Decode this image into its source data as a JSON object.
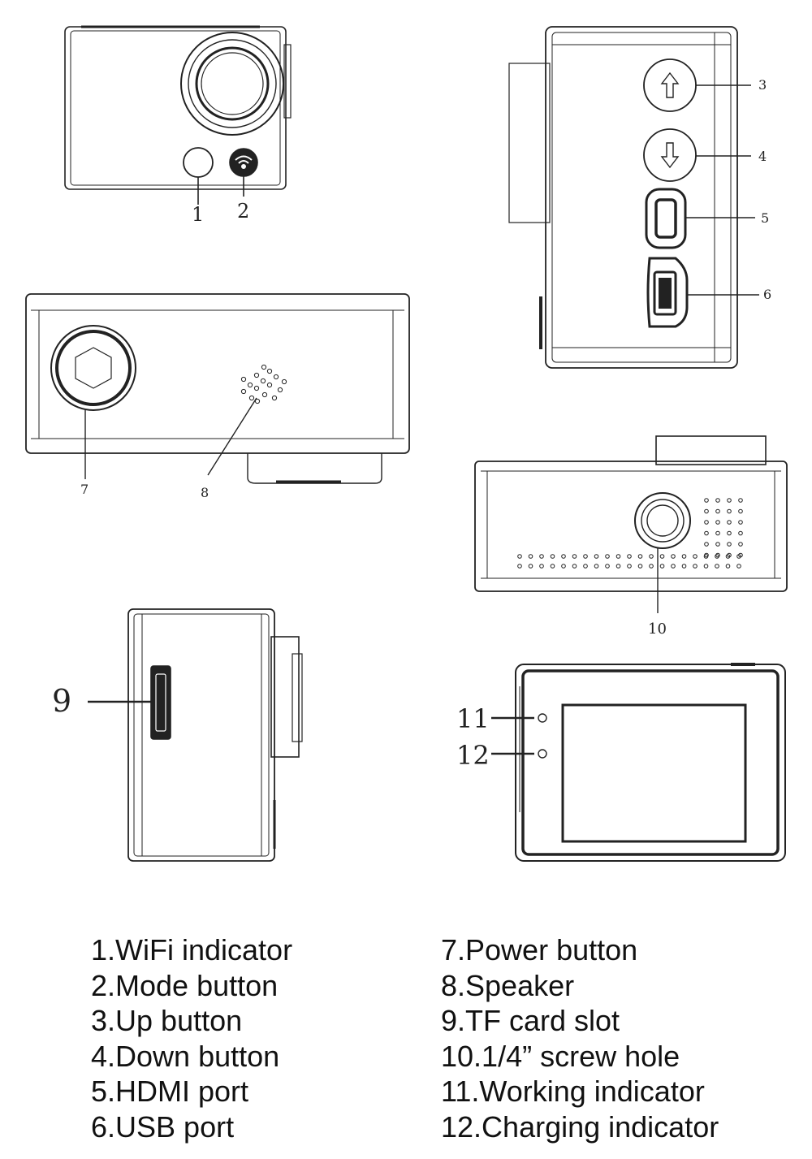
{
  "callouts": {
    "c1": "1",
    "c2": "2",
    "c3": "3",
    "c4": "4",
    "c5": "5",
    "c6": "6",
    "c7": "7",
    "c8": "8",
    "c9": "9",
    "c10": "10",
    "c11": "11",
    "c12": "12"
  },
  "legend": {
    "left": [
      "1.WiFi indicator",
      "2.Mode button",
      "3.Up button",
      "4.Down button",
      "5.HDMI port",
      "6.USB port"
    ],
    "right": [
      "7.Power button",
      "8.Speaker",
      "9.TF card slot",
      "10.1/4” screw hole",
      "11.Working indicator",
      "12.Charging indicator"
    ]
  },
  "icons": {
    "up": "up-arrow-icon",
    "down": "down-arrow-icon",
    "wifi": "wifi-icon"
  }
}
